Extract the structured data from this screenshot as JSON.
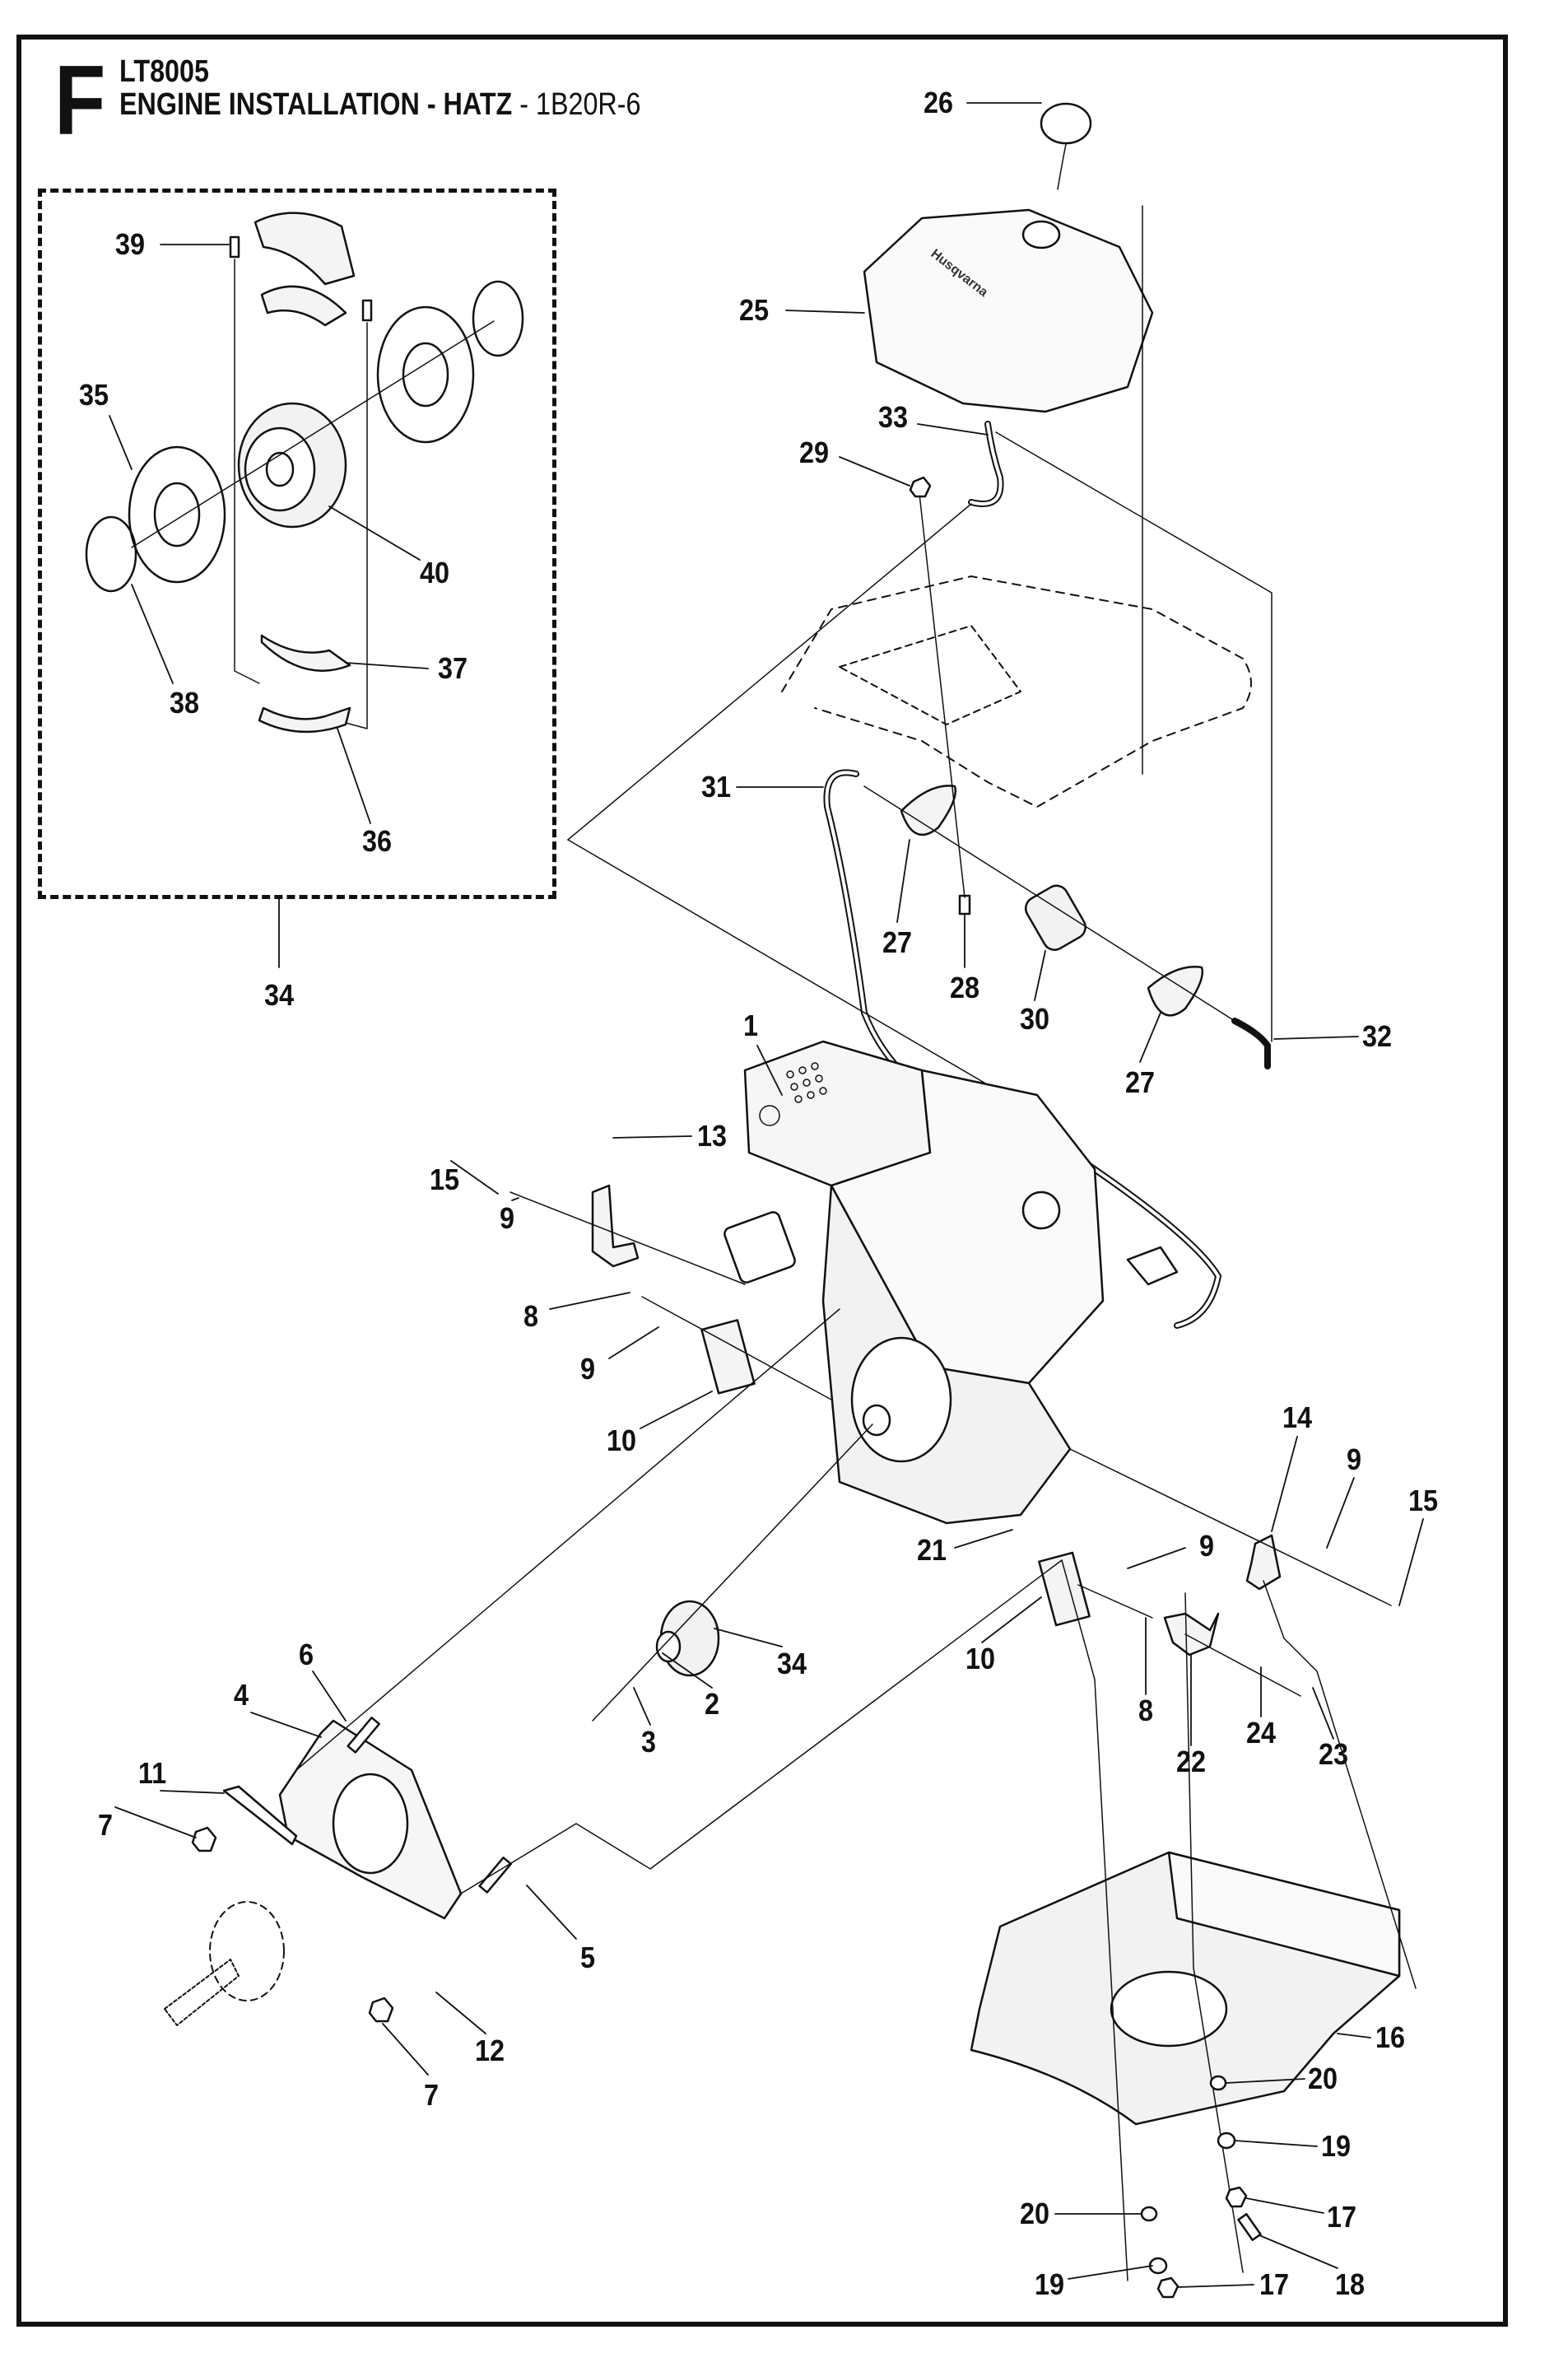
{
  "header": {
    "section_letter": "F",
    "model": "LT8005",
    "title": "ENGINE INSTALLATION - HATZ",
    "separator": " - ",
    "code": "1B20R-6"
  },
  "kit_label": "34",
  "callouts": [
    {
      "id": "c26",
      "text": "26",
      "part": "fuel-cap"
    },
    {
      "id": "c25",
      "text": "25",
      "part": "fuel-tank"
    },
    {
      "id": "c33",
      "text": "33",
      "part": "fuel-hose-upper"
    },
    {
      "id": "c29",
      "text": "29",
      "part": "tank-nut"
    },
    {
      "id": "c39",
      "text": "39",
      "part": "clutch-spring"
    },
    {
      "id": "c35",
      "text": "35",
      "part": "clutch-disc"
    },
    {
      "id": "c40",
      "text": "40",
      "part": "clutch-hub"
    },
    {
      "id": "c37",
      "text": "37",
      "part": "clutch-lining"
    },
    {
      "id": "c38",
      "text": "38",
      "part": "retaining-ring"
    },
    {
      "id": "c36",
      "text": "36",
      "part": "clutch-shoe"
    },
    {
      "id": "c34a",
      "text": "34",
      "part": "clutch-kit"
    },
    {
      "id": "c31",
      "text": "31",
      "part": "fuel-hose-long"
    },
    {
      "id": "c27a",
      "text": "27",
      "part": "hose-clamp"
    },
    {
      "id": "c28",
      "text": "28",
      "part": "clamp-screw"
    },
    {
      "id": "c30",
      "text": "30",
      "part": "fuel-filter"
    },
    {
      "id": "c27b",
      "text": "27",
      "part": "hose-clamp"
    },
    {
      "id": "c32",
      "text": "32",
      "part": "fuel-hose-short"
    },
    {
      "id": "c1",
      "text": "1",
      "part": "engine"
    },
    {
      "id": "c13",
      "text": "13",
      "part": "engine-bracket-upper"
    },
    {
      "id": "c15a",
      "text": "15",
      "part": "bolt"
    },
    {
      "id": "c9a",
      "text": "9",
      "part": "washer"
    },
    {
      "id": "c8a",
      "text": "8",
      "part": "bolt"
    },
    {
      "id": "c9b",
      "text": "9",
      "part": "washer"
    },
    {
      "id": "c10a",
      "text": "10",
      "part": "mount-block"
    },
    {
      "id": "c14",
      "text": "14",
      "part": "engine-bracket-right"
    },
    {
      "id": "c9c",
      "text": "9",
      "part": "washer"
    },
    {
      "id": "c15b",
      "text": "15",
      "part": "bolt"
    },
    {
      "id": "c21",
      "text": "21",
      "part": "linkage"
    },
    {
      "id": "c9d",
      "text": "9",
      "part": "washer"
    },
    {
      "id": "c34b",
      "text": "34",
      "part": "clutch-assembly"
    },
    {
      "id": "c6",
      "text": "6",
      "part": "stud"
    },
    {
      "id": "c4",
      "text": "4",
      "part": "engine-plate"
    },
    {
      "id": "c2",
      "text": "2",
      "part": "washer"
    },
    {
      "id": "c10b",
      "text": "10",
      "part": "mount-block"
    },
    {
      "id": "c8b",
      "text": "8",
      "part": "bolt"
    },
    {
      "id": "c24",
      "text": "24",
      "part": "washer"
    },
    {
      "id": "c23",
      "text": "23",
      "part": "screw"
    },
    {
      "id": "c22",
      "text": "22",
      "part": "throttle-bracket"
    },
    {
      "id": "c3",
      "text": "3",
      "part": "bolt"
    },
    {
      "id": "c11",
      "text": "11",
      "part": "lock-plate"
    },
    {
      "id": "c7a",
      "text": "7",
      "part": "nut"
    },
    {
      "id": "c5",
      "text": "5",
      "part": "stud"
    },
    {
      "id": "c16",
      "text": "16",
      "part": "engine-guard"
    },
    {
      "id": "c12",
      "text": "12",
      "part": "washer"
    },
    {
      "id": "c7b",
      "text": "7",
      "part": "nut"
    },
    {
      "id": "c20a",
      "text": "20",
      "part": "washer"
    },
    {
      "id": "c19a",
      "text": "19",
      "part": "washer"
    },
    {
      "id": "c17a",
      "text": "17",
      "part": "nut"
    },
    {
      "id": "c20b",
      "text": "20",
      "part": "washer"
    },
    {
      "id": "c19b",
      "text": "19",
      "part": "washer"
    },
    {
      "id": "c17b",
      "text": "17",
      "part": "nut"
    },
    {
      "id": "c18",
      "text": "18",
      "part": "screw"
    }
  ]
}
